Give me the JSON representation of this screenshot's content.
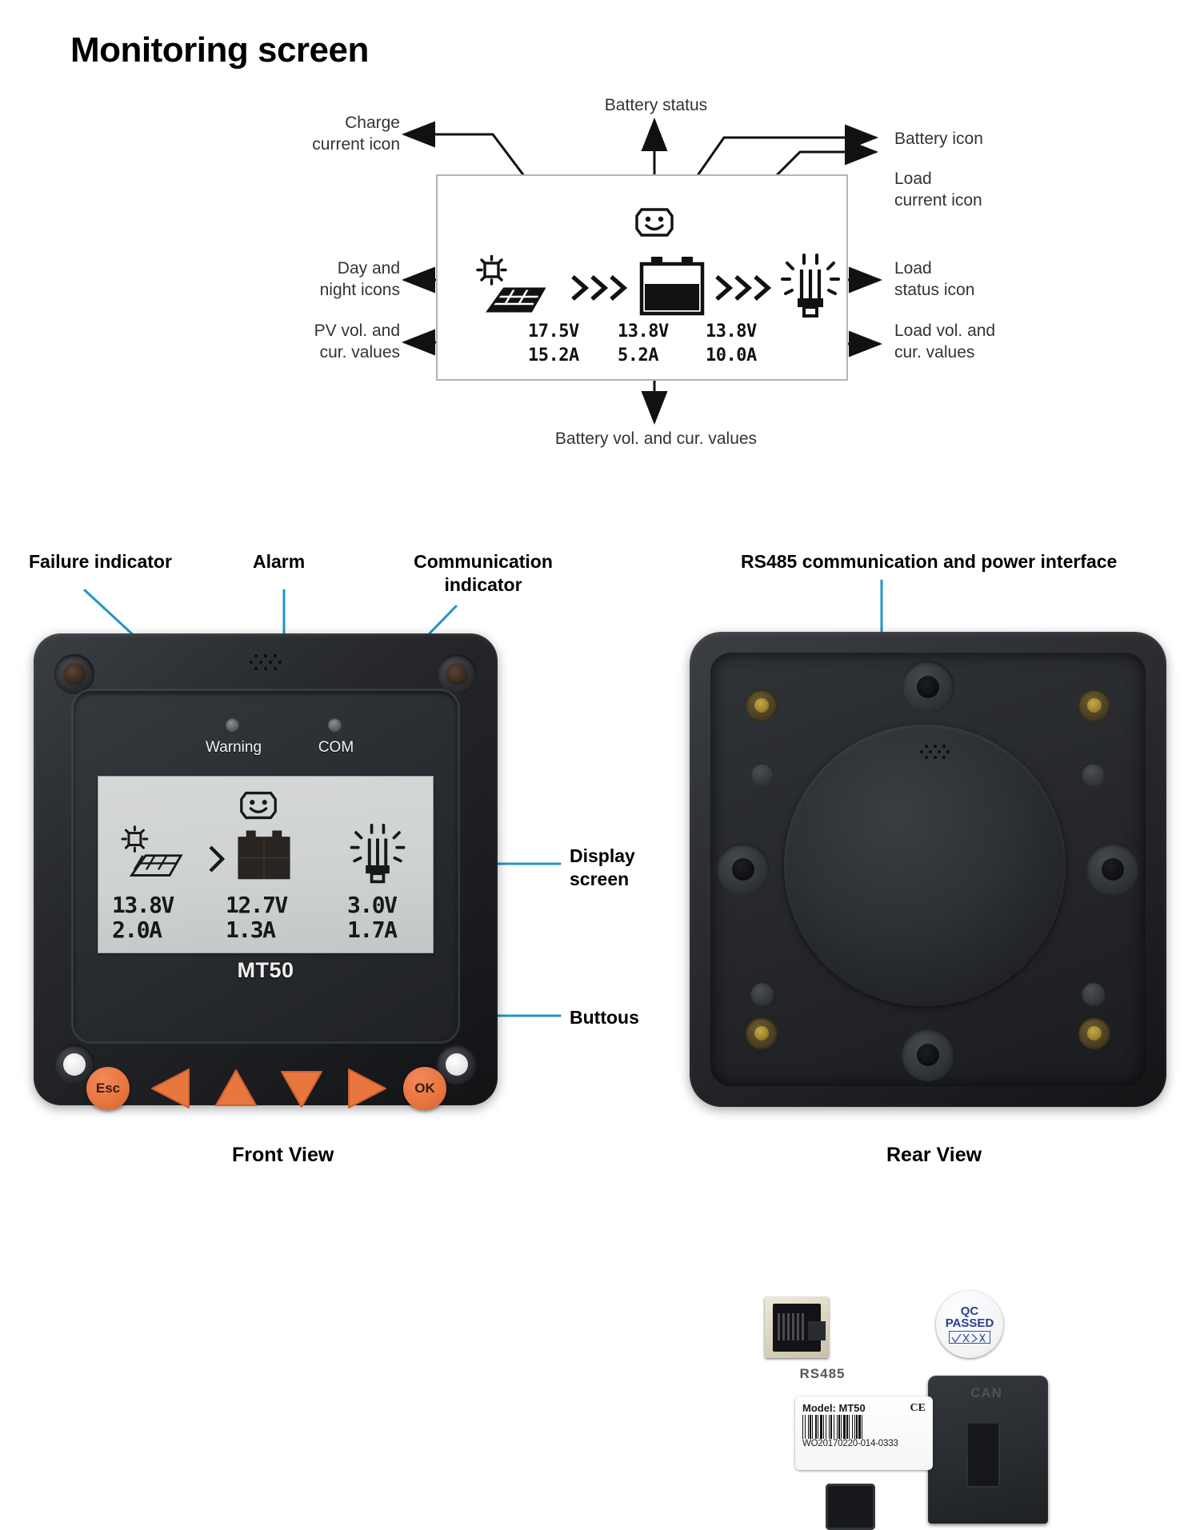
{
  "page": {
    "title": "Monitoring screen"
  },
  "monitor_diagram": {
    "labels": {
      "charge_current_icon": "Charge\ncurrent icon",
      "battery_status": "Battery status",
      "battery_icon": "Battery icon",
      "load_current_icon": "Load\ncurrent icon",
      "day_night_icons": "Day and\nnight icons",
      "load_status_icon": "Load\nstatus icon",
      "pv_values": "PV vol. and\ncur. values",
      "load_values": "Load vol. and\ncur. values",
      "battery_values": "Battery vol. and cur. values"
    },
    "lcd": {
      "status_icon": "smiley-face-icon",
      "pv": {
        "voltage": "17.5V",
        "current": "15.2A",
        "icon": "solar-panel-sun-icon"
      },
      "battery": {
        "voltage": "13.8V",
        "current": "5.2A",
        "icon": "battery-icon"
      },
      "load": {
        "voltage": "13.8V",
        "current": "10.0A",
        "icon": "lamp-icon"
      },
      "charge_flow": "chevron-right-triple-icon",
      "load_flow": "chevron-right-triple-icon"
    }
  },
  "front_view": {
    "caption": "Front View",
    "callouts": {
      "failure_indicator": "Failure indicator",
      "alarm": "Alarm",
      "communication_indicator": "Communication\nindicator",
      "display_screen": "Display\nscreen",
      "buttons": "Buttous"
    },
    "led_labels": {
      "warning": "Warning",
      "com": "COM"
    },
    "model_text": "MT50",
    "lcd": {
      "status_icon": "smiley-face-icon",
      "charge_flow": "chevron-right-icon",
      "pv": {
        "voltage": "13.8V",
        "current": "2.0A",
        "icon": "solar-panel-sun-icon"
      },
      "battery": {
        "voltage": "12.7V",
        "current": "1.3A",
        "icon": "battery-icon"
      },
      "load": {
        "voltage": "3.0V",
        "current": "1.7A",
        "icon": "lamp-icon"
      }
    },
    "buttons": [
      {
        "name": "esc-button",
        "label": "Esc",
        "shape": "circle"
      },
      {
        "name": "left-button",
        "label": "",
        "shape": "triangle-left"
      },
      {
        "name": "up-button",
        "label": "",
        "shape": "triangle-up"
      },
      {
        "name": "down-button",
        "label": "",
        "shape": "triangle-down"
      },
      {
        "name": "right-button",
        "label": "",
        "shape": "triangle-right"
      },
      {
        "name": "ok-button",
        "label": "OK",
        "shape": "circle"
      }
    ]
  },
  "rear_view": {
    "caption": "Rear View",
    "callouts": {
      "rs485_interface": "RS485 communication and power interface"
    },
    "port_labels": {
      "rs485": "RS485",
      "can": "CAN"
    },
    "qc_sticker": {
      "line1": "QC",
      "line2": "PASSED"
    },
    "model_label": {
      "model": "Model: MT50",
      "ce_mark": "CE",
      "serial": "WO20170220-014-0333"
    }
  },
  "colors": {
    "accent_button": "#e8763f",
    "leader_line": "#2196c4",
    "lcd_background": "#d2d5d5",
    "diagram_border": "#b4b4b4",
    "text": "#000000"
  }
}
